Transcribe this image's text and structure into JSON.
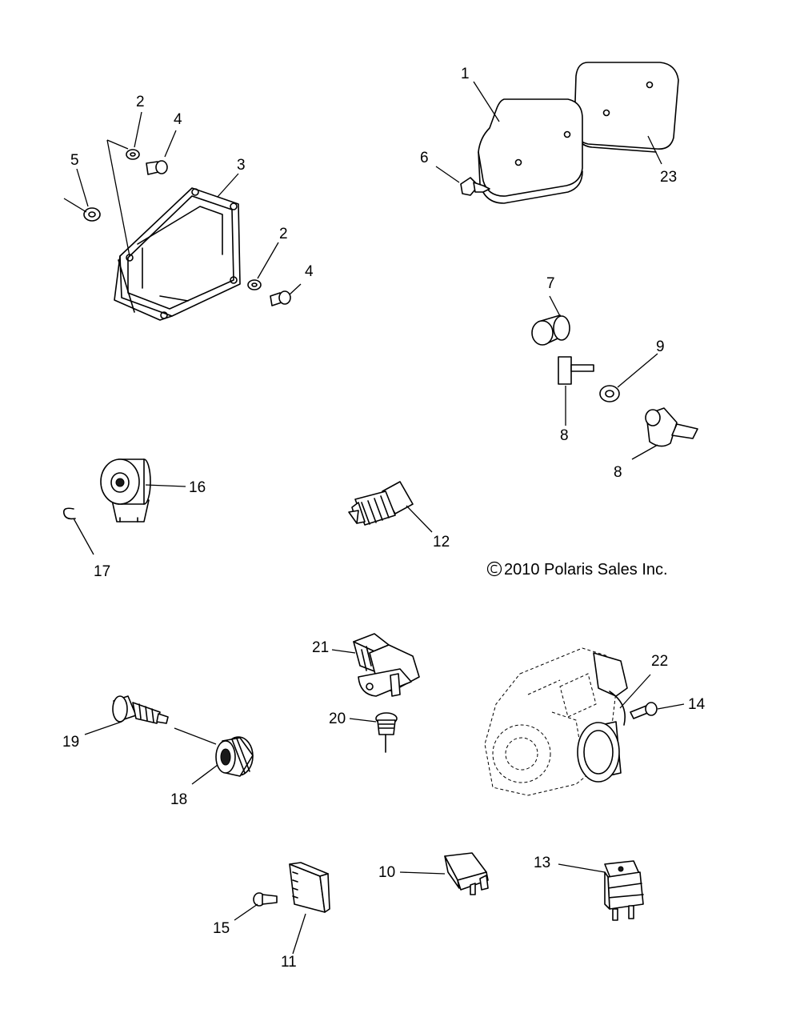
{
  "copyright": "2010 Polaris Sales Inc.",
  "copyright_symbol": "©",
  "callouts": {
    "c1": "1",
    "c2a": "2",
    "c2b": "2",
    "c3": "3",
    "c4a": "4",
    "c4b": "4",
    "c5": "5",
    "c6": "6",
    "c7": "7",
    "c8a": "8",
    "c8b": "8",
    "c9": "9",
    "c10": "10",
    "c11": "11",
    "c12": "12",
    "c13": "13",
    "c14": "14",
    "c15": "15",
    "c16": "16",
    "c17": "17",
    "c18": "18",
    "c19": "19",
    "c20": "20",
    "c21": "21",
    "c22": "22",
    "c23": "23"
  }
}
